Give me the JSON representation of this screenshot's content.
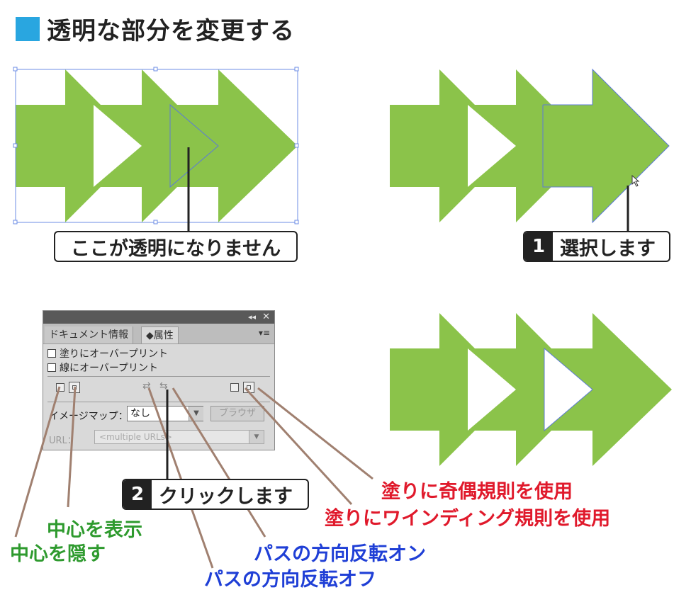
{
  "title": "透明な部分を変更する",
  "colors": {
    "accent_square": "#29a6e0",
    "arrow_fill": "#8bc34a",
    "leader_line": "#a08070",
    "red_label": "#e0192b",
    "green_label": "#2e9a2e",
    "blue_label": "#1f3fd6"
  },
  "callouts": {
    "transparent_note": "ここが透明になりません",
    "step1": {
      "number": "1",
      "text": "選択します"
    },
    "step2": {
      "number": "2",
      "text": "クリックします"
    }
  },
  "panel": {
    "collapse_icon": "◂◂",
    "close_icon": "✕",
    "tabs": [
      "ドキュメント情報",
      "◆属性"
    ],
    "menu_icon": "▾≡",
    "checkboxes": [
      "塗りにオーバープリント",
      "線にオーバープリント"
    ],
    "image_map_label": "イメージマップ：",
    "image_map_value": "なし",
    "browse_label": "ブラウザ",
    "url_label": "URL：",
    "url_value": "<multiple URLs>"
  },
  "labels": {
    "even_odd": "塗りに奇偶規則を使用",
    "non_zero": "塗りにワインディング規則を使用",
    "show_center": "中心を表示",
    "hide_center": "中心を隠す",
    "reverse_on": "パスの方向反転オン",
    "reverse_off": "パスの方向反転オフ"
  }
}
